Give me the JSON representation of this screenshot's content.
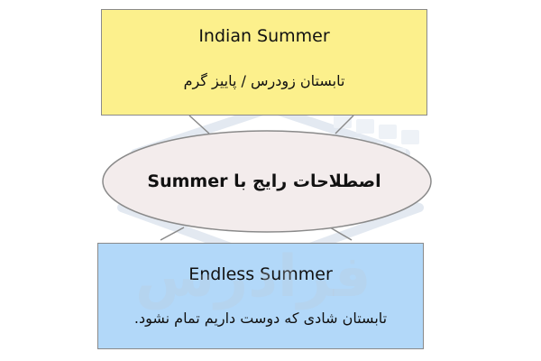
{
  "top_box": {
    "title": "Indian Summer",
    "subtitle": "تابستان زودرس / پاییز گرم",
    "fill": "#fcf08c"
  },
  "center": {
    "label": "اصطلاحات رایج با Summer",
    "fill": "#f3ecec"
  },
  "bottom_box": {
    "title": "Endless Summer",
    "subtitle": "تابستان شادی که دوست داریم تمام نشود.",
    "fill": "#b2d8f9"
  },
  "watermark": {
    "logo_text": "فرادرس"
  }
}
